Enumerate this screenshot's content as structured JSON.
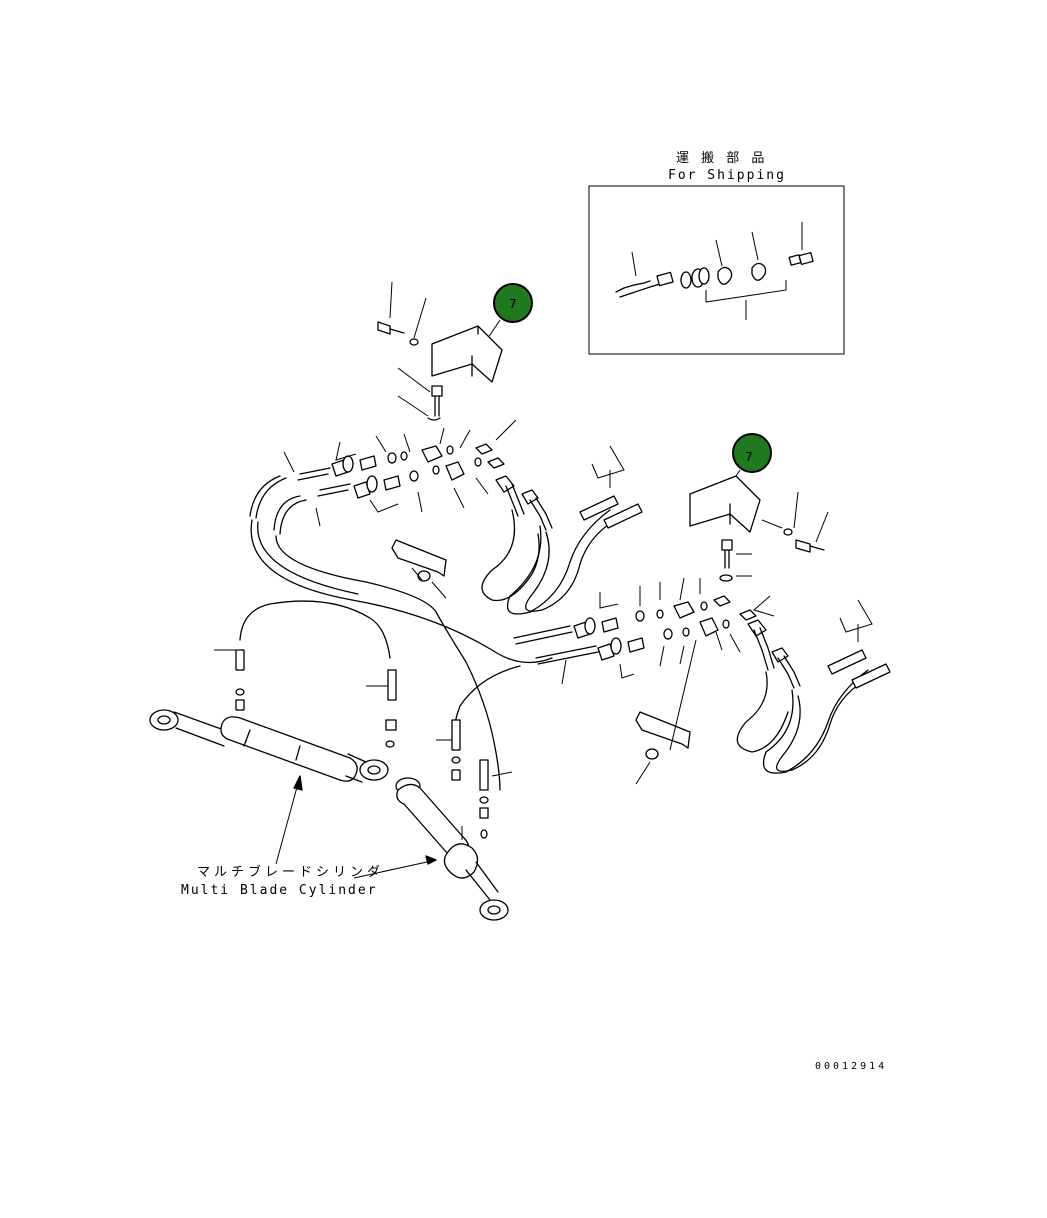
{
  "shipping_box": {
    "title_jp": "運 搬 部 品",
    "title_en": "For Shipping"
  },
  "callouts": [
    {
      "label": "7"
    },
    {
      "label": "7"
    }
  ],
  "cylinder_label": {
    "jp": "マルチブレードシリンダ",
    "en": "Multi Blade Cylinder"
  },
  "drawing_number": "00012914",
  "colors": {
    "callout_fill": "#1f7a1f",
    "line": "#000000",
    "background": "#ffffff"
  }
}
